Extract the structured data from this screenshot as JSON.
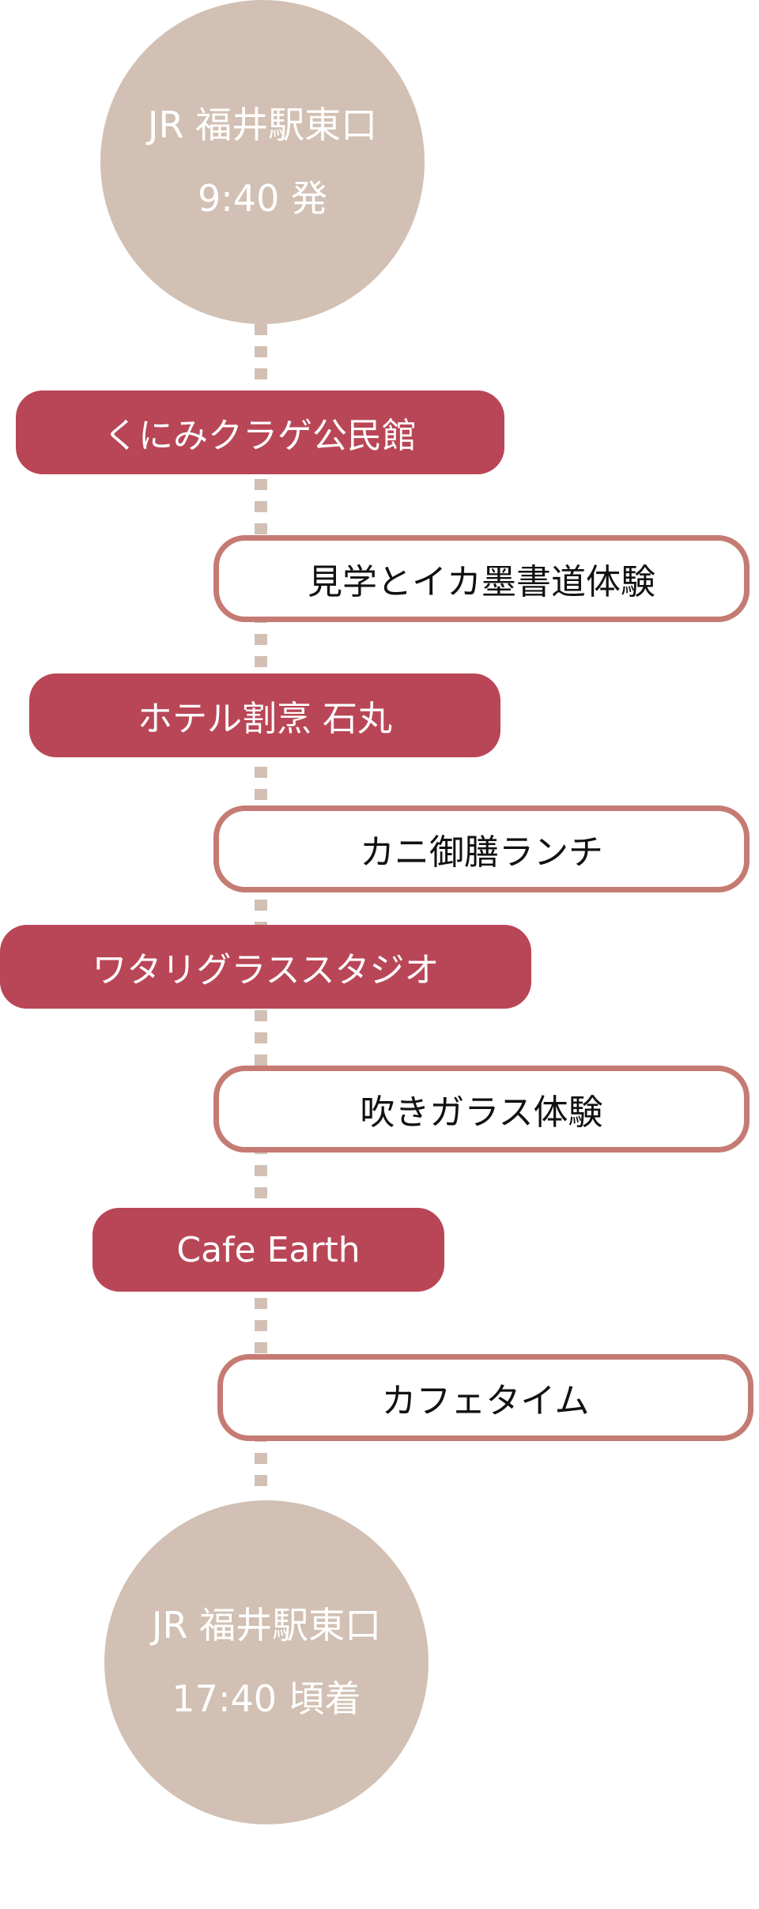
{
  "start": {
    "place": "JR 福井駅東口",
    "time": "9:40 発"
  },
  "stops": [
    {
      "name": "くにみクラゲ公民館",
      "activity": "見学とイカ墨書道体験"
    },
    {
      "name": "ホテル割烹  石丸",
      "activity": "カニ御膳ランチ"
    },
    {
      "name": "ワタリグラススタジオ",
      "activity": "吹きガラス体験"
    },
    {
      "name": "Cafe Earth",
      "activity": "カフェタイム"
    }
  ],
  "end": {
    "place": "JR 福井駅東口",
    "time": "17:40 頃着"
  },
  "colors": {
    "circle": "#d1c0b3",
    "stop": "#b94656",
    "activity_border": "#c57b73"
  }
}
